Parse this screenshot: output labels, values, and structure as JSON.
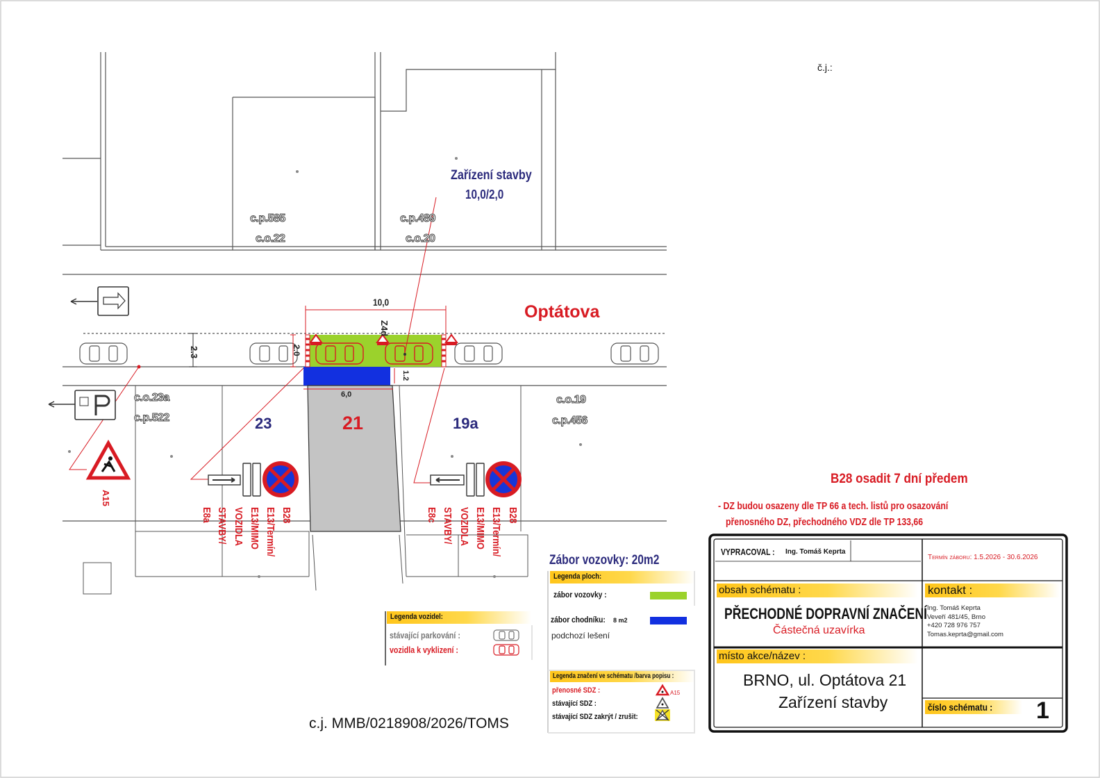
{
  "header": {
    "cj_label": "č.j.:"
  },
  "buildings": {
    "b1_cp": "c.p.585",
    "b1_co": "c.o.22",
    "b2_cp": "c.p.489",
    "b2_co": "c.o.20",
    "b3_co": "c.o.23a",
    "b3_cp": "c.p.522",
    "b4_co": "c.o.19",
    "b4_cp": "c.p.456"
  },
  "house_numbers": {
    "left": "23",
    "center": "21",
    "right": "19a"
  },
  "street": {
    "name": "Optátova"
  },
  "site": {
    "title": "Zařízení stavby",
    "size": "10,0/2,0"
  },
  "dimensions": {
    "width_top": "10,0",
    "sidewalk_width": "6,0",
    "lane": "2.3",
    "occupy_depth": "2.0",
    "sidewalk_depth": "1.2",
    "sign_z4d": "Z4d"
  },
  "signs": {
    "a15": "A15",
    "left_label": [
      "E8a",
      "STAVBY/",
      "VOZIDLA",
      "E13/MIMO",
      "B28"
    ],
    "left_label_line4": "E13/Termín/",
    "right_label": [
      "E8c",
      "STAVBY/",
      "VOZIDLA",
      "E13/MIMO",
      "E13/Termín/",
      "B28"
    ]
  },
  "notes": {
    "b28": "B28 osadit 7 dní předem",
    "tp_line1": "- DZ budou osazeny dle TP 66 a tech. listů pro osazování",
    "tp_line2": "přenosného DZ, přechodného VDZ dle TP 133,66",
    "zabor_total": "Zábor vozovky: 20m2"
  },
  "legend_plochy": {
    "title": "Legenda ploch:",
    "vozovka": "zábor vozovky :",
    "chodnik": "zábor chodníku:",
    "chodnik_area": "8 m2",
    "leseni": "podchozí lešení",
    "color_vozovka": "#9bd22c",
    "color_chodnik": "#1230e0"
  },
  "legend_vozidel": {
    "title": "Legenda vozidel:",
    "existing": "stávající parkování :",
    "remove": "vozidla k vyklizení :"
  },
  "legend_znaceni": {
    "title": "Legenda značení ve schématu /barva popisu :",
    "prenosne": "přenosné SDZ :",
    "prenosne_sign": "A15",
    "stavajici": "stávající SDZ :",
    "zrusit": "stávající SDZ zakrýt / zrušit:"
  },
  "reference": "c.j. MMB/0218908/2026/TOMS",
  "title_block": {
    "vypracoval_label": "VYPRACOVAL :",
    "vypracoval_name": "Ing. Tomáš Keprta",
    "termin": "Termín záboru: 1.5.2026 - 30.6.2026",
    "obsah_label": "obsah schématu :",
    "obsah_main": "PŘECHODNÉ DOPRAVNÍ ZNAČENÍ",
    "obsah_sub": "Částečná uzavírka",
    "kontakt_label": "kontakt :",
    "kontakt_lines": [
      "Ing. Tomáš Keprta",
      "Veveří 481/45, Brno",
      "+420 728 976 757",
      "Tomas.keprta@gmail.com"
    ],
    "misto_label": "místo akce/název :",
    "misto_line1": "BRNO, ul. Optátova 21",
    "misto_line2": "Zařízení stavby",
    "cislo_label": "číslo schématu :",
    "cislo_value": "1"
  }
}
